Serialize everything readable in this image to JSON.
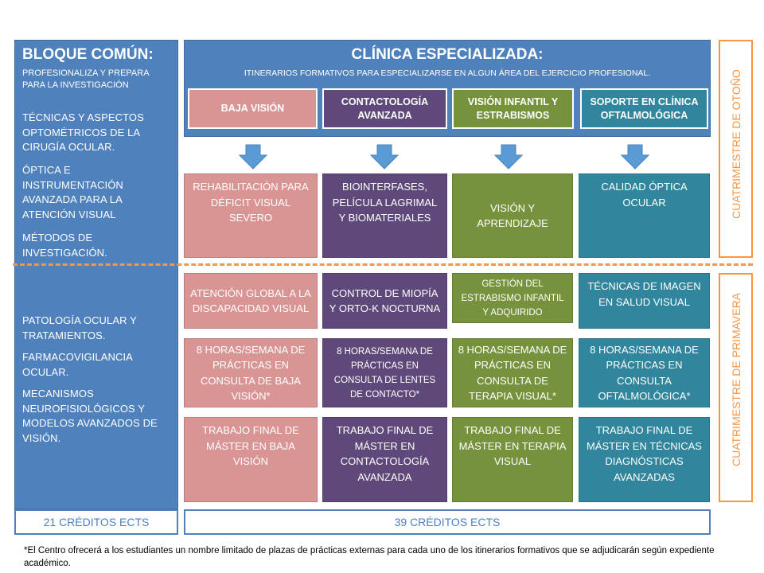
{
  "left": {
    "title": "BLOQUE COMÚN:",
    "subtitle": "PROFESIONALIZA Y PREPARA PARA LA INVESTIGACIÓN",
    "autumn_items": [
      "TÉCNICAS Y ASPECTOS OPTOMÉTRICOS DE LA CIRUGÍA OCULAR.",
      "ÓPTICA E INSTRUMENTACIÓN AVANZADA PARA LA ATENCIÓN VISUAL",
      "MÉTODOS DE INVESTIGACIÓN."
    ],
    "spring_items": [
      "PATOLOGÍA OCULAR Y TRATAMIENTOS.",
      "FARMACOVIGILANCIA OCULAR.",
      "MECANISMOS NEUROFISIOLÓGICOS Y MODELOS AVANZADOS DE VISIÓN."
    ],
    "credits": "21 CRÉDITOS ECTS"
  },
  "right": {
    "title": "CLÍNICA ESPECIALIZADA:",
    "subtitle": "ITINERARIOS FORMATIVOS PARA ESPECIALIZARSE EN ALGUN ÁREA DEL EJERCICIO PROFESIONAL.",
    "tabs": [
      "BAJA VISIÓN",
      "CONTACTOLOGÍA AVANZADA",
      "VISIÓN INFANTIL Y ESTRABISMOS",
      "SOPORTE EN CLÍNICA OFTALMOLÓGICA"
    ],
    "autumn_boxes": [
      "REHABILITACIÓN PARA DÉFICIT VISUAL SEVERO",
      "BIOINTERFASES, PELÍCULA LAGRIMAL Y BIOMATERIALES",
      "VISIÓN Y APRENDIZAJE",
      "CALIDAD ÓPTICA OCULAR"
    ],
    "spring_row1": [
      "ATENCIÓN GLOBAL A LA DISCAPACIDAD VISUAL",
      "CONTROL DE MIOPÍA Y ORTO-K NOCTURNA",
      "GESTIÓN DEL ESTRABISMO INFANTIL Y ADQUIRIDO",
      "TÉCNICAS DE IMAGEN EN SALUD VISUAL"
    ],
    "spring_row2": [
      "8 HORAS/SEMANA DE PRÁCTICAS EN CONSULTA DE BAJA VISIÓN*",
      "8 HORAS/SEMANA DE PRÁCTICAS EN CONSULTA DE LENTES DE CONTACTO*",
      "8 HORAS/SEMANA DE PRÁCTICAS EN CONSULTA DE TERAPIA VISUAL*",
      "8 HORAS/SEMANA DE PRÁCTICAS EN CONSULTA OFTALMOLÓGICA*"
    ],
    "spring_row3": [
      "TRABAJO FINAL DE MÁSTER EN BAJA VISIÓN",
      "TRABAJO FINAL DE MÁSTER EN CONTACTOLOGÍA AVANZADA",
      "TRABAJO FINAL DE MÁSTER EN TERAPIA VISUAL",
      "TRABAJO FINAL DE MÁSTER EN TÉCNICAS DIAGNÓSTICAS AVANZADAS"
    ],
    "credits": "39 CRÉDITOS ECTS"
  },
  "semesters": {
    "autumn": "CUATRIMESTRE DE OTOÑO",
    "spring": "CUATRIMESTRE DE PRIMAVERA"
  },
  "footnote": "*El Centro ofrecerá a los estudiantes un nombre limitado de plazas de prácticas externas para cada uno de los itinerarios formativos que se adjudicarán según expediente académico.",
  "colors": {
    "blue": "#4f81bd",
    "pink": "#d99594",
    "purple": "#5f497a",
    "green": "#76923c",
    "teal": "#31859c",
    "orange": "#f79646"
  },
  "icons": [
    "down-arrow-icon"
  ]
}
